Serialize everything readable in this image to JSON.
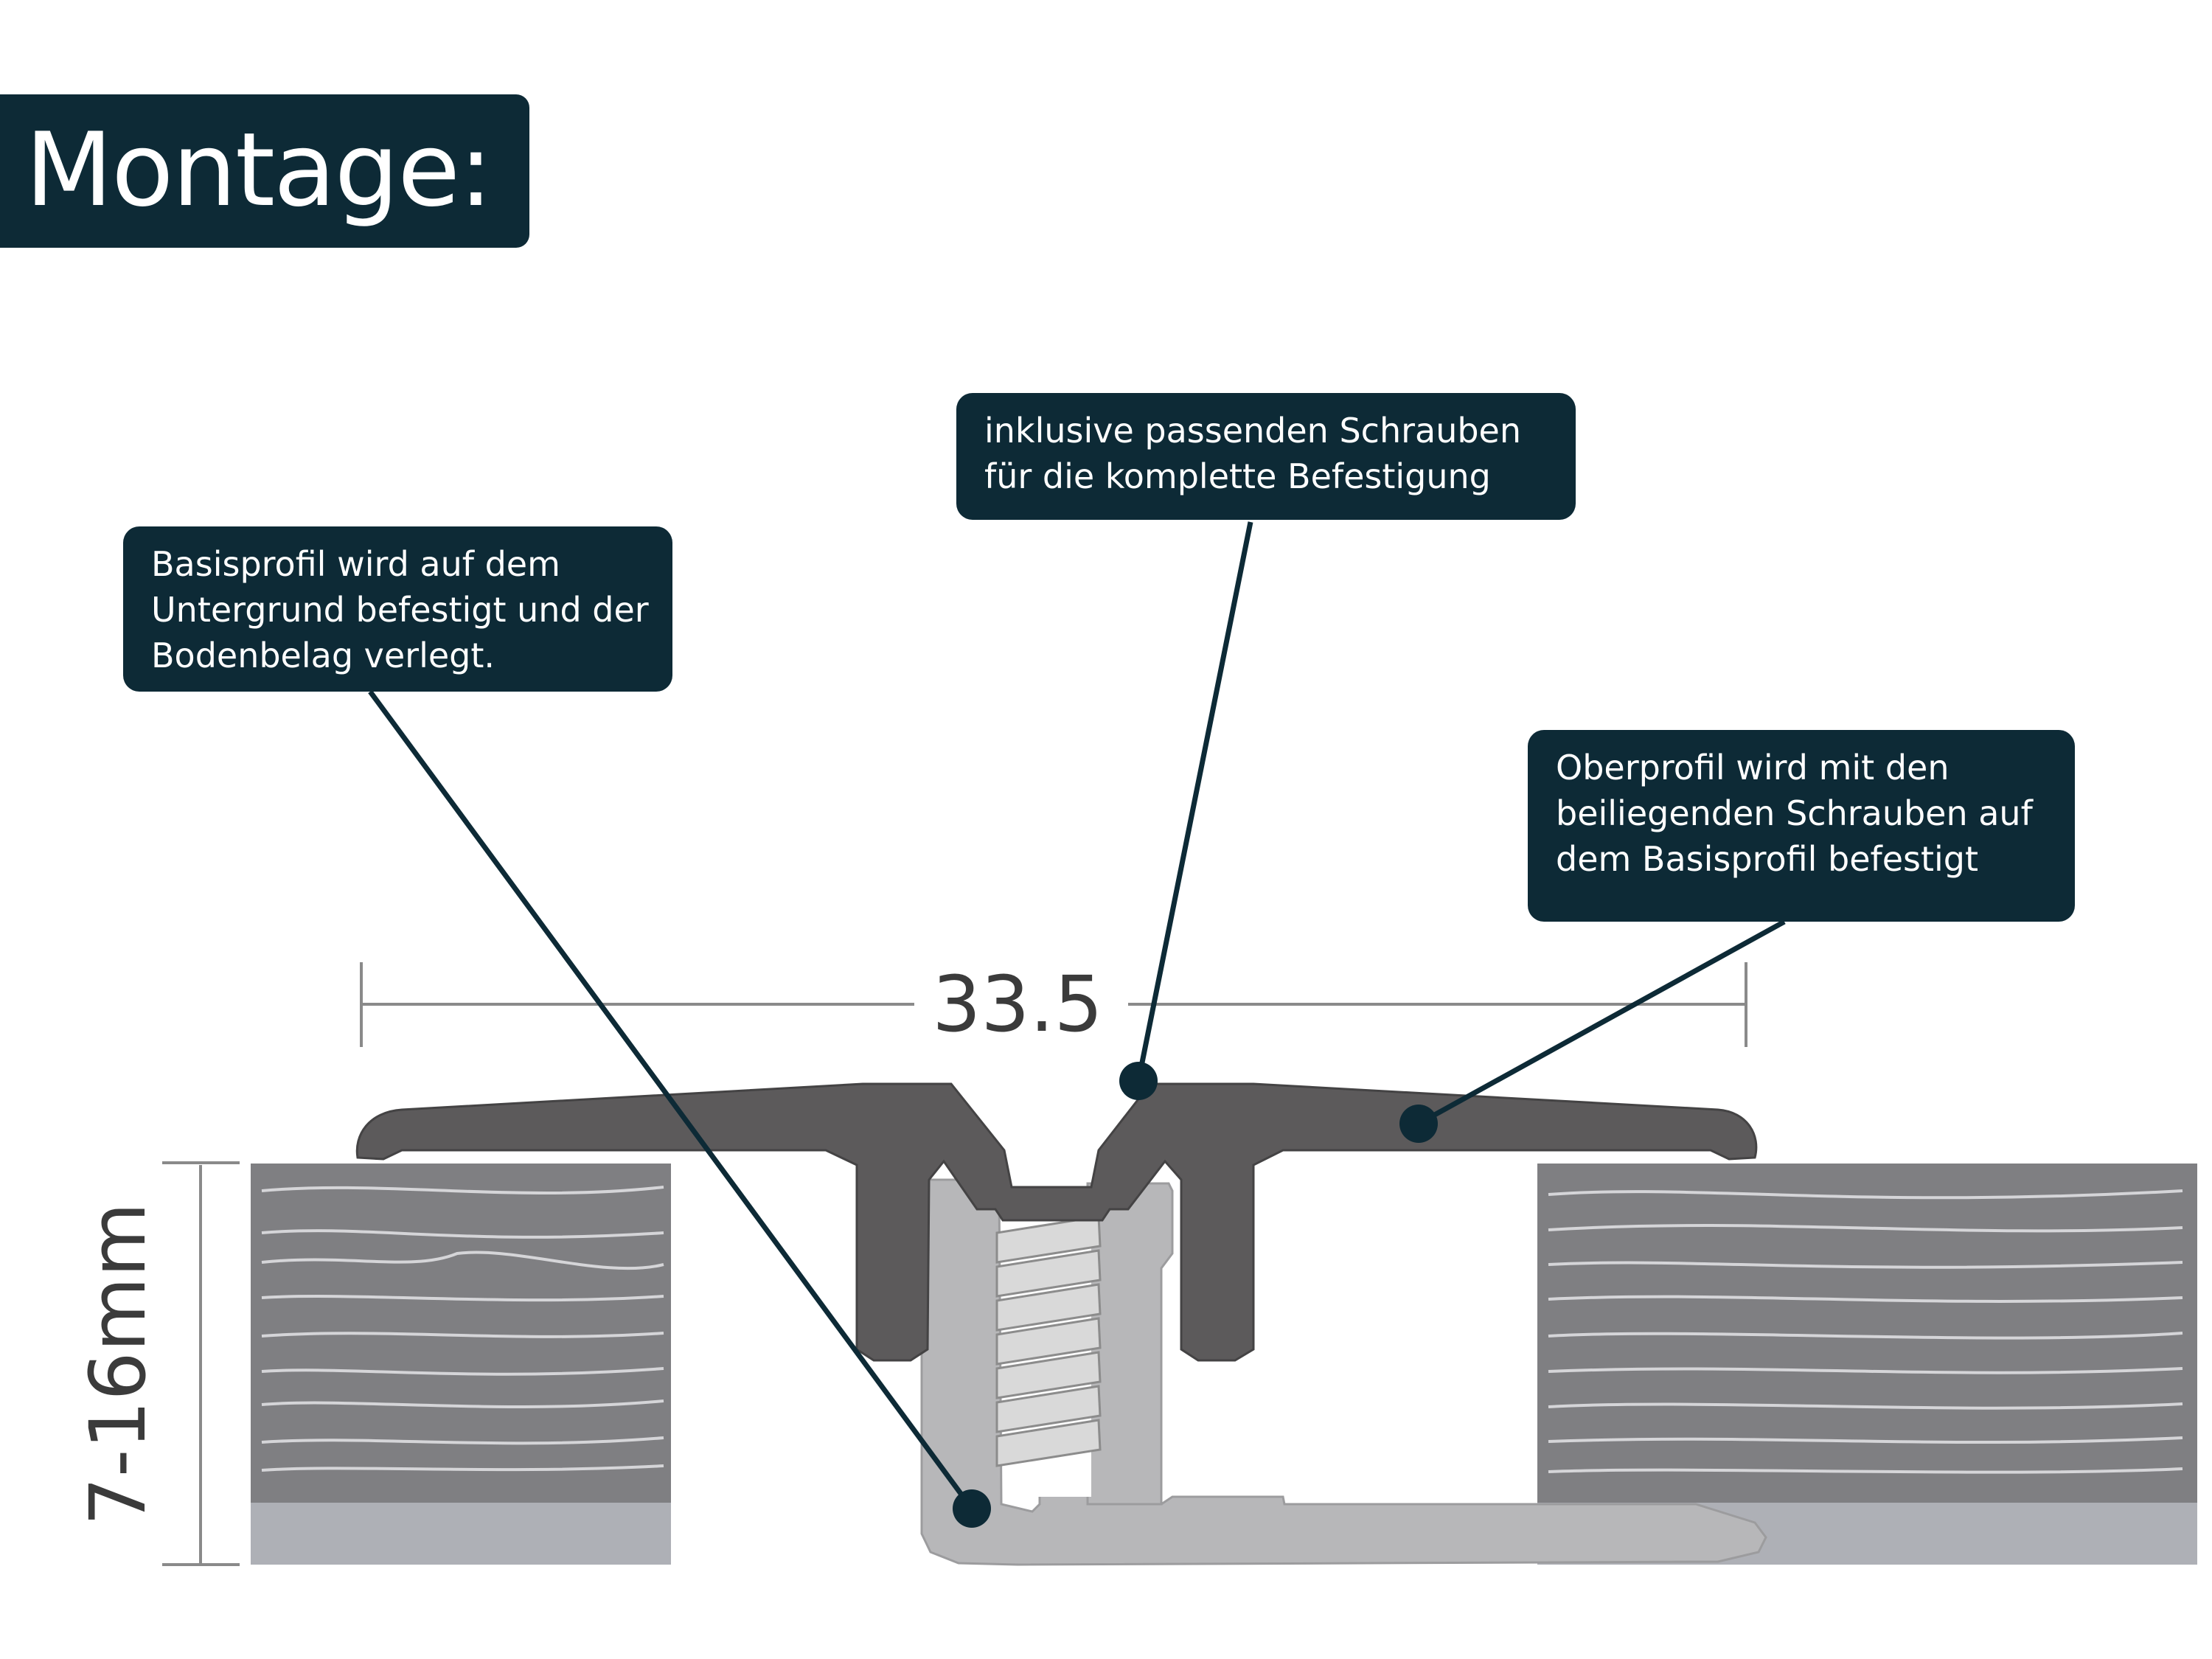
{
  "title": "Montage:",
  "dimensions": {
    "width_label": "33.5",
    "height_label": "7-16mm"
  },
  "callouts": {
    "schrauben": [
      "inklusive passenden Schrauben",
      "für die komplette Befestigung"
    ],
    "basisprofil": [
      "Basisprofil wird auf dem",
      "Untergrund befestigt und der",
      "Bodenbelag verlegt."
    ],
    "oberprofil": [
      "Oberprofil wird mit den",
      "beiliegenden Schrauben auf",
      "dem Basisprofil befestigt"
    ]
  },
  "colors": {
    "callout_bg": "#0d2a36",
    "callout_text": "#ffffff",
    "floor_board": "#7f7f82",
    "underlay": "#aeb0b6",
    "top_profile": "#5c5a5b",
    "base_profile": "#b7b7b9",
    "screw": "#d9d9d9",
    "dimension_line": "#8a8a8a"
  }
}
